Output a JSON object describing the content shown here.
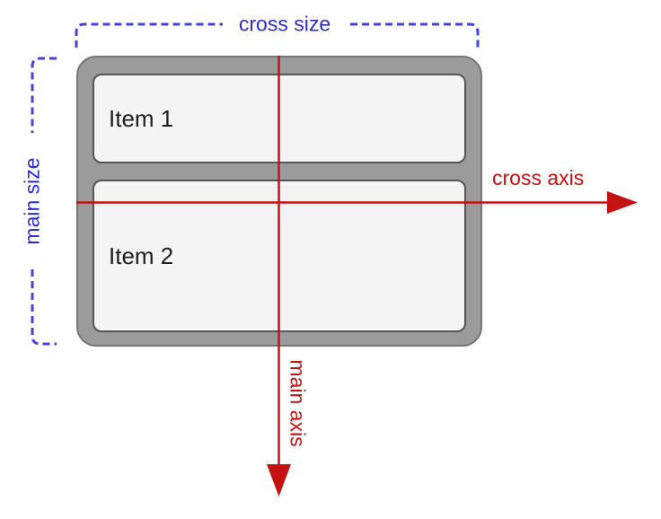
{
  "labels": {
    "cross_size": "cross size",
    "main_size": "main size",
    "cross_axis": "cross axis",
    "main_axis": "main axis"
  },
  "items": [
    {
      "label": "Item 1"
    },
    {
      "label": "Item 2"
    }
  ],
  "colors": {
    "label_blue": "#2b2bd5",
    "bracket_blue": "#4343e0",
    "axis_red": "#c41212",
    "container_gray": "#9b9b9b",
    "container_border": "#757575",
    "item_fill": "#f4f4f4",
    "item_border": "#555555",
    "item_text": "#1f1f1f",
    "page_bg": "#ffffff"
  }
}
